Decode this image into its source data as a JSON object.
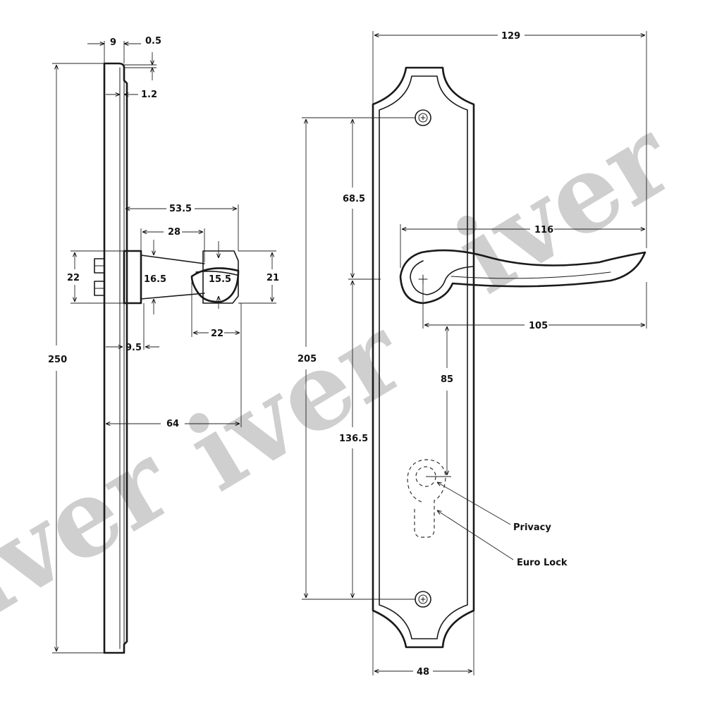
{
  "watermark": {
    "text": "iver",
    "color": "#cfcfcf"
  },
  "side_view": {
    "dims": {
      "plate_thickness": "9",
      "outer_step": "0.5",
      "inner_step": "1.2",
      "overall_height": "250",
      "rose_height": "22",
      "lever_reach": "53.5",
      "neck_length": "28",
      "neck_dia": "16.5",
      "grip_dia": "15.5",
      "grip_height": "21",
      "grip_width": "22",
      "rose_projection": "9.5",
      "total_projection": "64"
    }
  },
  "front_view": {
    "dims": {
      "overall_width": "129",
      "screw_to_spindle": "68.5",
      "lever_length": "116",
      "screw_centres": "205",
      "spindle_to_tip": "105",
      "spindle_to_lock": "85",
      "lower_screw_to_spindle": "136.5",
      "plate_width": "48"
    },
    "callouts": {
      "privacy": "Privacy",
      "euro_lock": "Euro Lock"
    }
  }
}
